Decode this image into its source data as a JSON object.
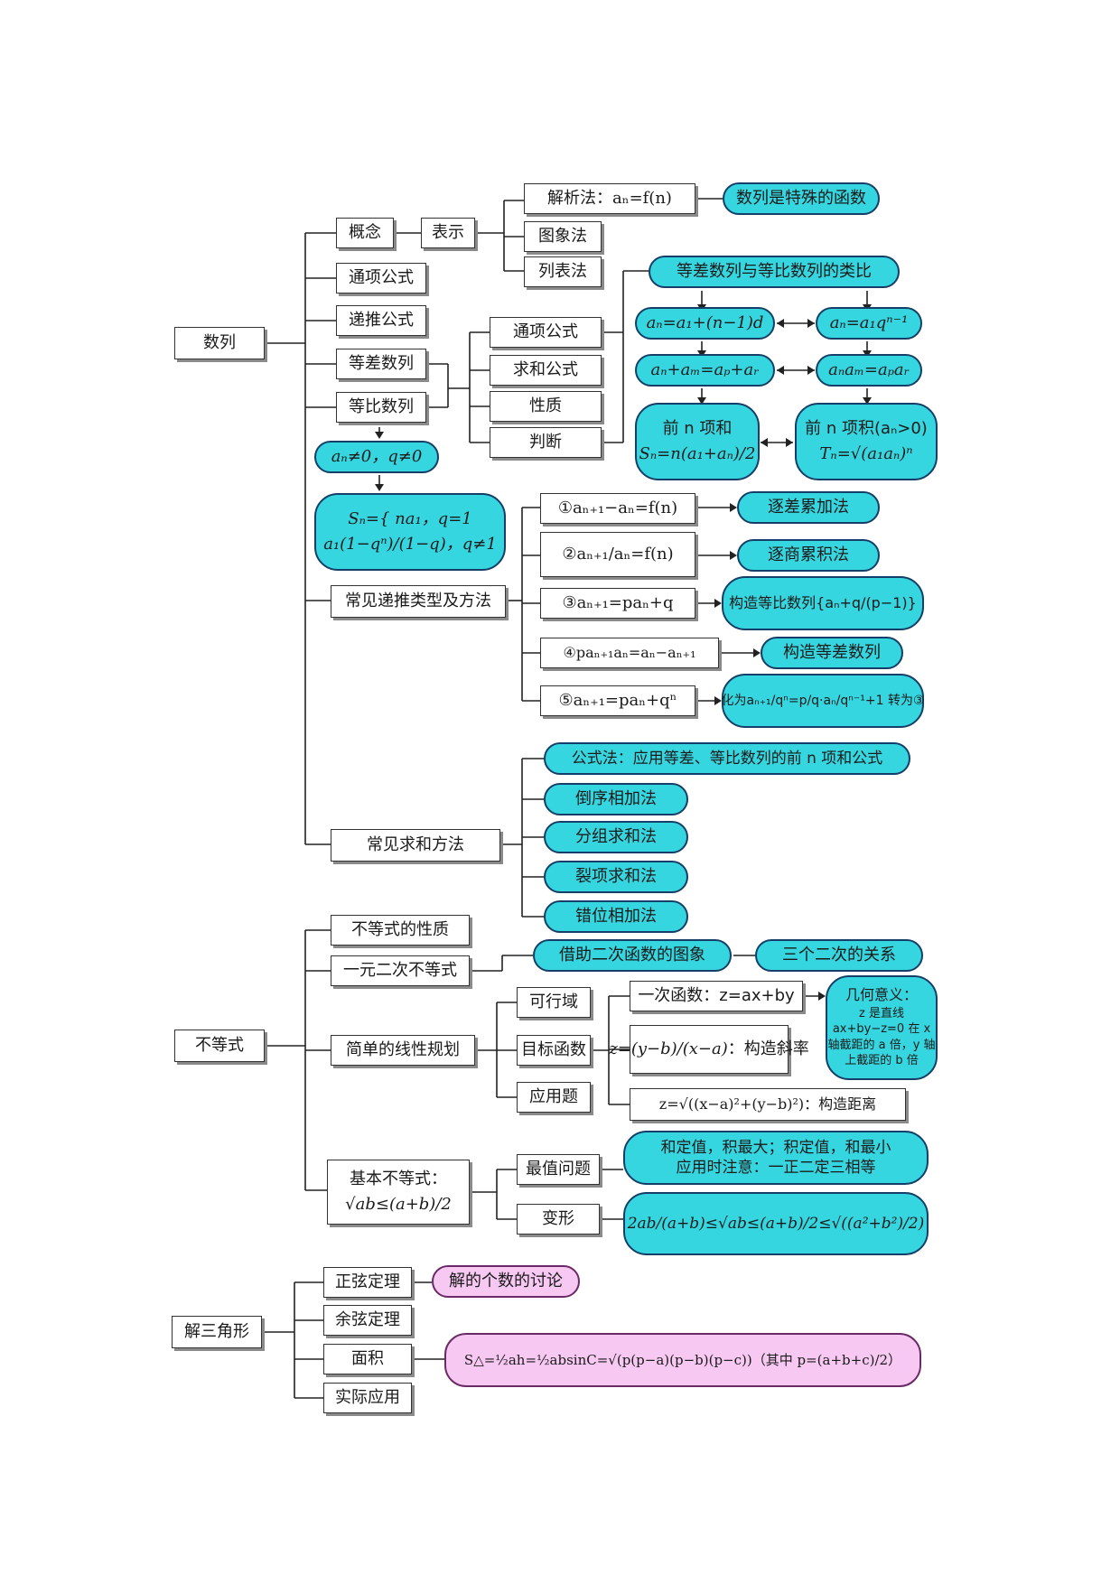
{
  "nodes": {
    "shulie": "数列",
    "gainian": "概念",
    "biaoshi": "表示",
    "jiexifa": "解析法：aₙ=f(n)",
    "shulie_hanshu": "数列是特殊的函数",
    "tuxiangfa": "图象法",
    "liebiaofa": "列表法",
    "tongxiang_gongshi": "通项公式",
    "ditui_gongshi": "递推公式",
    "dengcha_shulie": "等差数列",
    "dengbi_shulie": "等比数列",
    "prop_tongxiang": "通项公式",
    "prop_qiuhe": "求和公式",
    "prop_xingzhi": "性质",
    "prop_panduan": "判断",
    "leibi": "等差数列与等比数列的类比",
    "ap_general": "aₙ=a₁+(n−1)d",
    "gp_general": "aₙ=a₁qⁿ⁻¹",
    "ap_prop": "aₙ+aₘ=aₚ+aᵣ",
    "gp_prop": "aₙaₘ=aₚaᵣ",
    "ap_sum_title": "前 n 项和",
    "ap_sum_formula": "Sₙ=n(a₁+aₙ)/2",
    "gp_prod_title": "前 n 项积(aₙ>0)",
    "gp_prod_formula": "Tₙ=√(a₁aₙ)ⁿ",
    "gp_cond": "aₙ≠0，q≠0",
    "gp_sum_line1": "Sₙ={ na₁，q=1",
    "gp_sum_line2": "a₁(1−qⁿ)/(1−q)，q≠1",
    "changjian_ditui": "常见递推类型及方法",
    "r1": "①aₙ₊₁−aₙ=f(n)",
    "r1_m": "逐差累加法",
    "r2": "②aₙ₊₁/aₙ=f(n)",
    "r2_m": "逐商累积法",
    "r3": "③aₙ₊₁=paₙ+q",
    "r3_m": "构造等比数列{aₙ+q/(p−1)}",
    "r4": "④paₙ₊₁aₙ=aₙ−aₙ₊₁",
    "r4_m": "构造等差数列",
    "r5": "⑤aₙ₊₁=paₙ+qⁿ",
    "r5_m": "化为aₙ₊₁/qⁿ=p/q·aₙ/qⁿ⁻¹+1 转为③",
    "changjian_qiuhe": "常见求和方法",
    "s1": "公式法：应用等差、等比数列的前 n 项和公式",
    "s2": "倒序相加法",
    "s3": "分组求和法",
    "s4": "裂项求和法",
    "s5": "错位相加法",
    "budengshi": "不等式",
    "bds_xingzhi": "不等式的性质",
    "yiyuan_erci": "一元二次不等式",
    "jiezhu_erci": "借助二次函数的图象",
    "sange_erci": "三个二次的关系",
    "xianxing_guihua": "简单的线性规划",
    "kexingyu": "可行域",
    "mubiao_hanshu": "目标函数",
    "yingyongti": "应用题",
    "obj1": "一次函数：z=ax+by",
    "obj1_geo_title": "几何意义：",
    "obj1_geo_body": "z 是直线 ax+by−z=0 在 x 轴截距的 a 倍，y 轴上截距的 b 倍",
    "obj2_formula": "z=(y−b)/(x−a)",
    "obj2_text": "：构造斜率",
    "obj3": "z=√((x−a)²+(y−b)²)：构造距离",
    "jiben_budengshi": "基本不等式：",
    "jiben_formula": "√ab≤(a+b)/2",
    "zuizhi_wenti": "最值问题",
    "zuizhi_text1": "和定值，积最大；积定值，和最小",
    "zuizhi_text2": "应用时注意：一正二定三相等",
    "bianxing": "变形",
    "bianxing_formula": "2ab/(a+b)≤√ab≤(a+b)/2≤√((a²+b²)/2)",
    "jie_sanjiaoxing": "解三角形",
    "zhengxian": "正弦定理",
    "jie_geshu": "解的个数的讨论",
    "yuxian": "余弦定理",
    "mianji": "面积",
    "mianji_formula": "S△=½ah=½absinC=√(p(p−a)(p−b)(p−c))（其中 p=(a+b+c)/2）",
    "shiji_yingyong": "实际应用"
  },
  "colors": {
    "pill_fill": "#35d6df",
    "pill_border": "#153f68",
    "pink_fill": "#f6c8f2",
    "pink_border": "#6a2a66",
    "line": "#222222"
  }
}
